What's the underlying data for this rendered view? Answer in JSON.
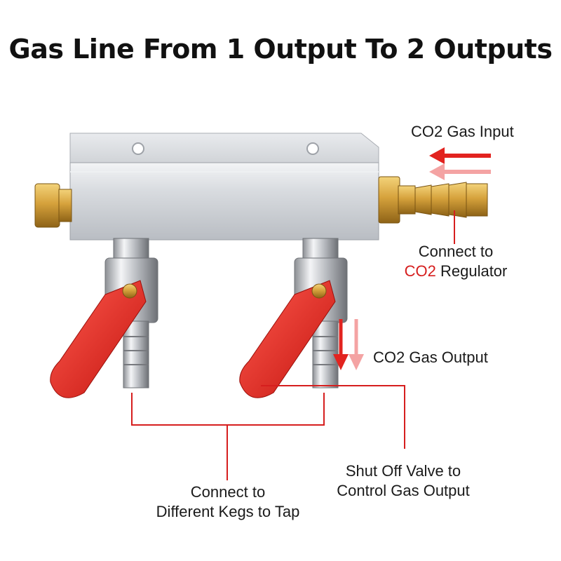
{
  "title": "Gas Line From 1 Output To 2 Outputs",
  "labels": {
    "gas_input": "CO2 Gas Input",
    "connect_regulator_line1": "Connect to",
    "connect_regulator_red": "CO2",
    "connect_regulator_rest": " Regulator",
    "gas_output": "CO2 Gas Output",
    "shutoff_line1": "Shut Off Valve to",
    "shutoff_line2": "Control Gas Output",
    "kegs_line1": "Connect to",
    "kegs_line2": "Different Kegs to Tap"
  },
  "colors": {
    "accent_red": "#d61e1e",
    "light_red": "#f4a3a3",
    "aluminum": "#d6d9de",
    "brass": "#c9962e",
    "handle_red": "#e0241f"
  }
}
